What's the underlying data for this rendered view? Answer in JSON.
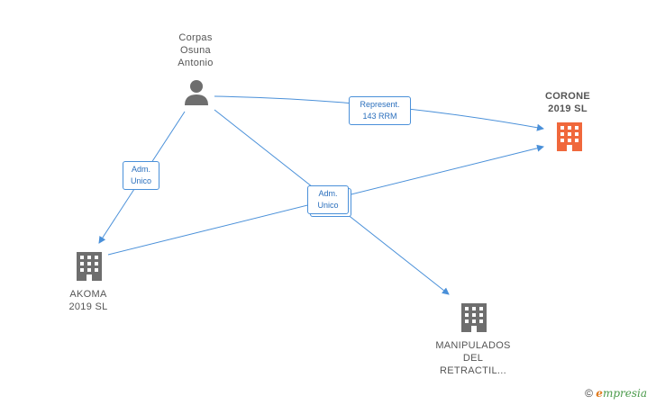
{
  "nodes": {
    "person": {
      "label": "Corpas\nOsuna\nAntonio"
    },
    "corone": {
      "label": "CORONE\n2019  SL",
      "color": "#f0683c"
    },
    "akoma": {
      "label": "AKOMA\n2019  SL",
      "color": "#6e6e6e"
    },
    "manipulados": {
      "label": "MANIPULADOS\nDEL\nRETRACTIL...",
      "color": "#6e6e6e"
    }
  },
  "edges": {
    "represent": {
      "label": "Represent.\n143 RRM"
    },
    "adm_akoma": {
      "label": "Adm.\nUnico"
    },
    "adm_manip": {
      "label": "Adm.\nUnico"
    }
  },
  "colors": {
    "edge": "#4a90d9",
    "person": "#6e6e6e"
  },
  "footer": {
    "copyright": "©",
    "brand_e": "e",
    "brand_rest": "mpresia"
  }
}
